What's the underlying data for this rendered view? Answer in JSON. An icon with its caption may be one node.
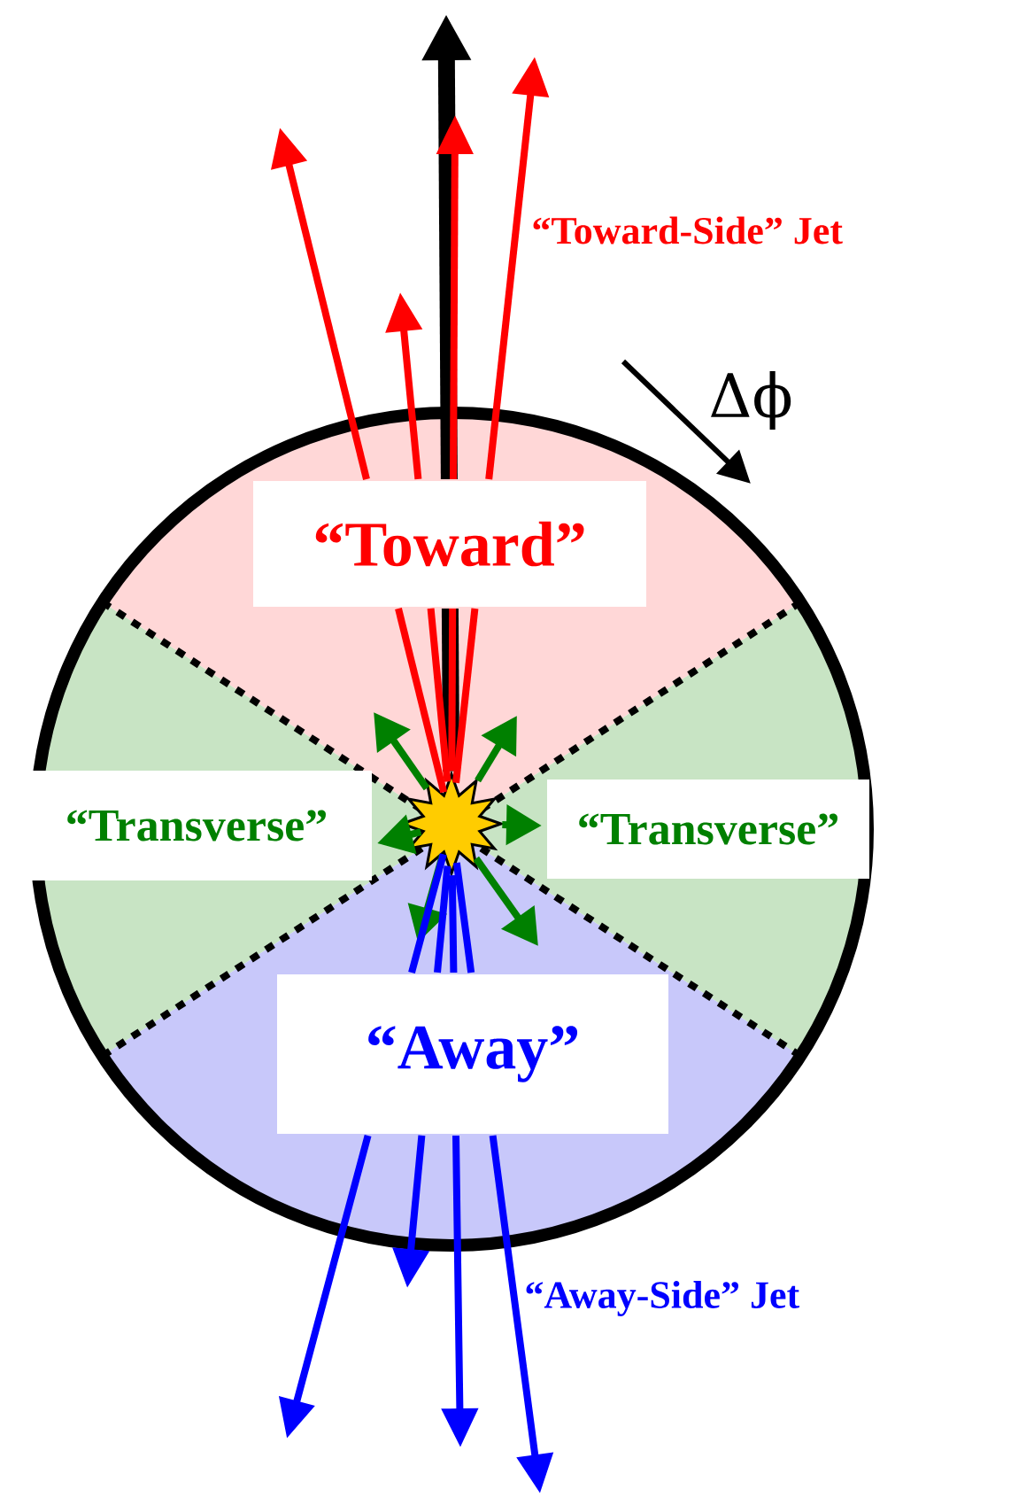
{
  "diagram": {
    "nodes": [
      {
        "text": [
          "“Toward”"
        ]
      },
      {
        "text": [
          "“Transverse”"
        ]
      },
      {
        "text": [
          "“Transverse”"
        ]
      },
      {
        "text": [
          "“Away”"
        ]
      },
      {
        "text": [],
        "shape": "star"
      }
    ],
    "edges": [
      {
        "from": 4,
        "to": null,
        "arrow": "to",
        "style": "thick",
        "color": "#000000"
      },
      {
        "from": 4,
        "to": null,
        "arrow": "to",
        "color": "#ff0000"
      },
      {
        "from": 4,
        "to": null,
        "arrow": "to",
        "color": "#ff0000"
      },
      {
        "from": 4,
        "to": null,
        "arrow": "to",
        "color": "#ff0000"
      },
      {
        "from": 4,
        "to": null,
        "arrow": "to",
        "color": "#ff0000"
      },
      {
        "from": 4,
        "to": null,
        "arrow": "to",
        "color": "#008000"
      },
      {
        "from": 4,
        "to": null,
        "arrow": "to",
        "color": "#008000"
      },
      {
        "from": 4,
        "to": null,
        "arrow": "to",
        "color": "#008000"
      },
      {
        "from": 4,
        "to": null,
        "arrow": "to",
        "color": "#008000"
      },
      {
        "from": 4,
        "to": null,
        "arrow": "to",
        "color": "#008000"
      },
      {
        "from": 4,
        "to": null,
        "arrow": "to",
        "color": "#008000"
      },
      {
        "from": 4,
        "to": null,
        "arrow": "to",
        "color": "#0000ff"
      },
      {
        "from": 4,
        "to": null,
        "arrow": "to",
        "color": "#0000ff"
      },
      {
        "from": 4,
        "to": null,
        "arrow": "to",
        "color": "#0000ff"
      },
      {
        "from": 4,
        "to": null,
        "arrow": "to",
        "color": "#0000ff"
      }
    ],
    "labels": [
      "“Toward-Side” Jet",
      "Δϕ",
      "“Away-Side” Jet"
    ]
  }
}
